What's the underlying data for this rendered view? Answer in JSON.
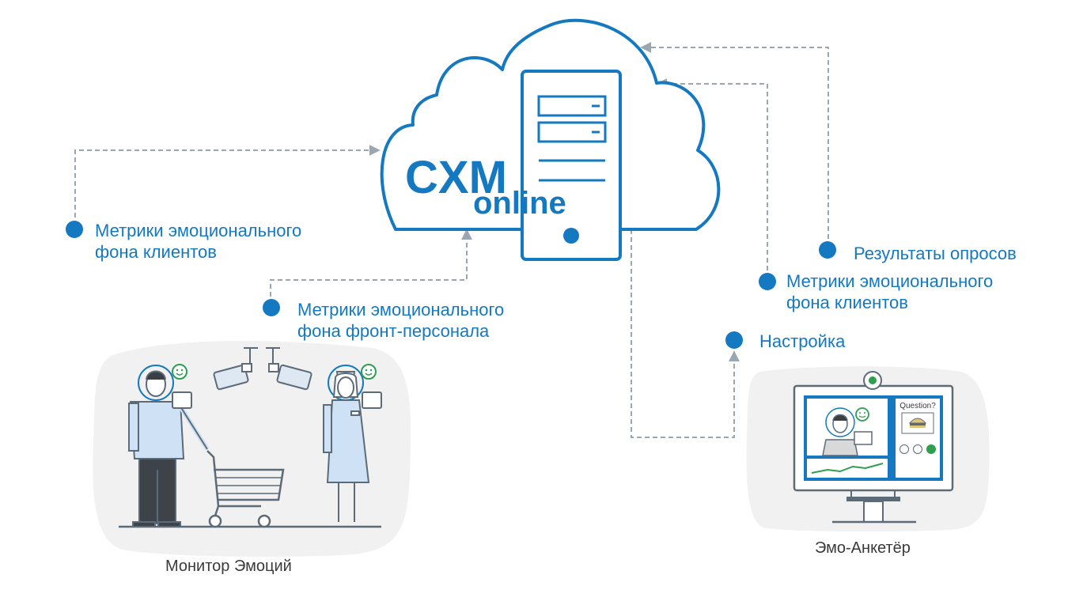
{
  "brand": {
    "line1": "CXM",
    "line2": "online",
    "color": "#1479c0"
  },
  "labels": {
    "left_client_metrics": [
      "Метрики эмоционального",
      "фона клиентов"
    ],
    "front_staff_metrics": [
      "Метрики эмоционального",
      "фона фронт-персонала"
    ],
    "survey_results": "Результаты опросов",
    "right_client_metrics": [
      "Метрики эмоционального",
      "фона клиентов"
    ],
    "settings": "Настройка"
  },
  "captions": {
    "emotion_monitor": "Монитор Эмоций",
    "emo_surveyor": "Эмо-Анкетёр"
  },
  "screen": {
    "question_label": "Question?"
  },
  "icons": [
    "cloud-icon",
    "server-icon",
    "camera-icon",
    "smiley-icon",
    "shopping-cart-icon",
    "monitor-icon",
    "webcam-icon",
    "burger-icon"
  ],
  "colors": {
    "accent": "#1479c0",
    "arrow": "#9aa6b2",
    "positive": "#2e9e4f",
    "figure_fill": "#cfe2f5"
  }
}
